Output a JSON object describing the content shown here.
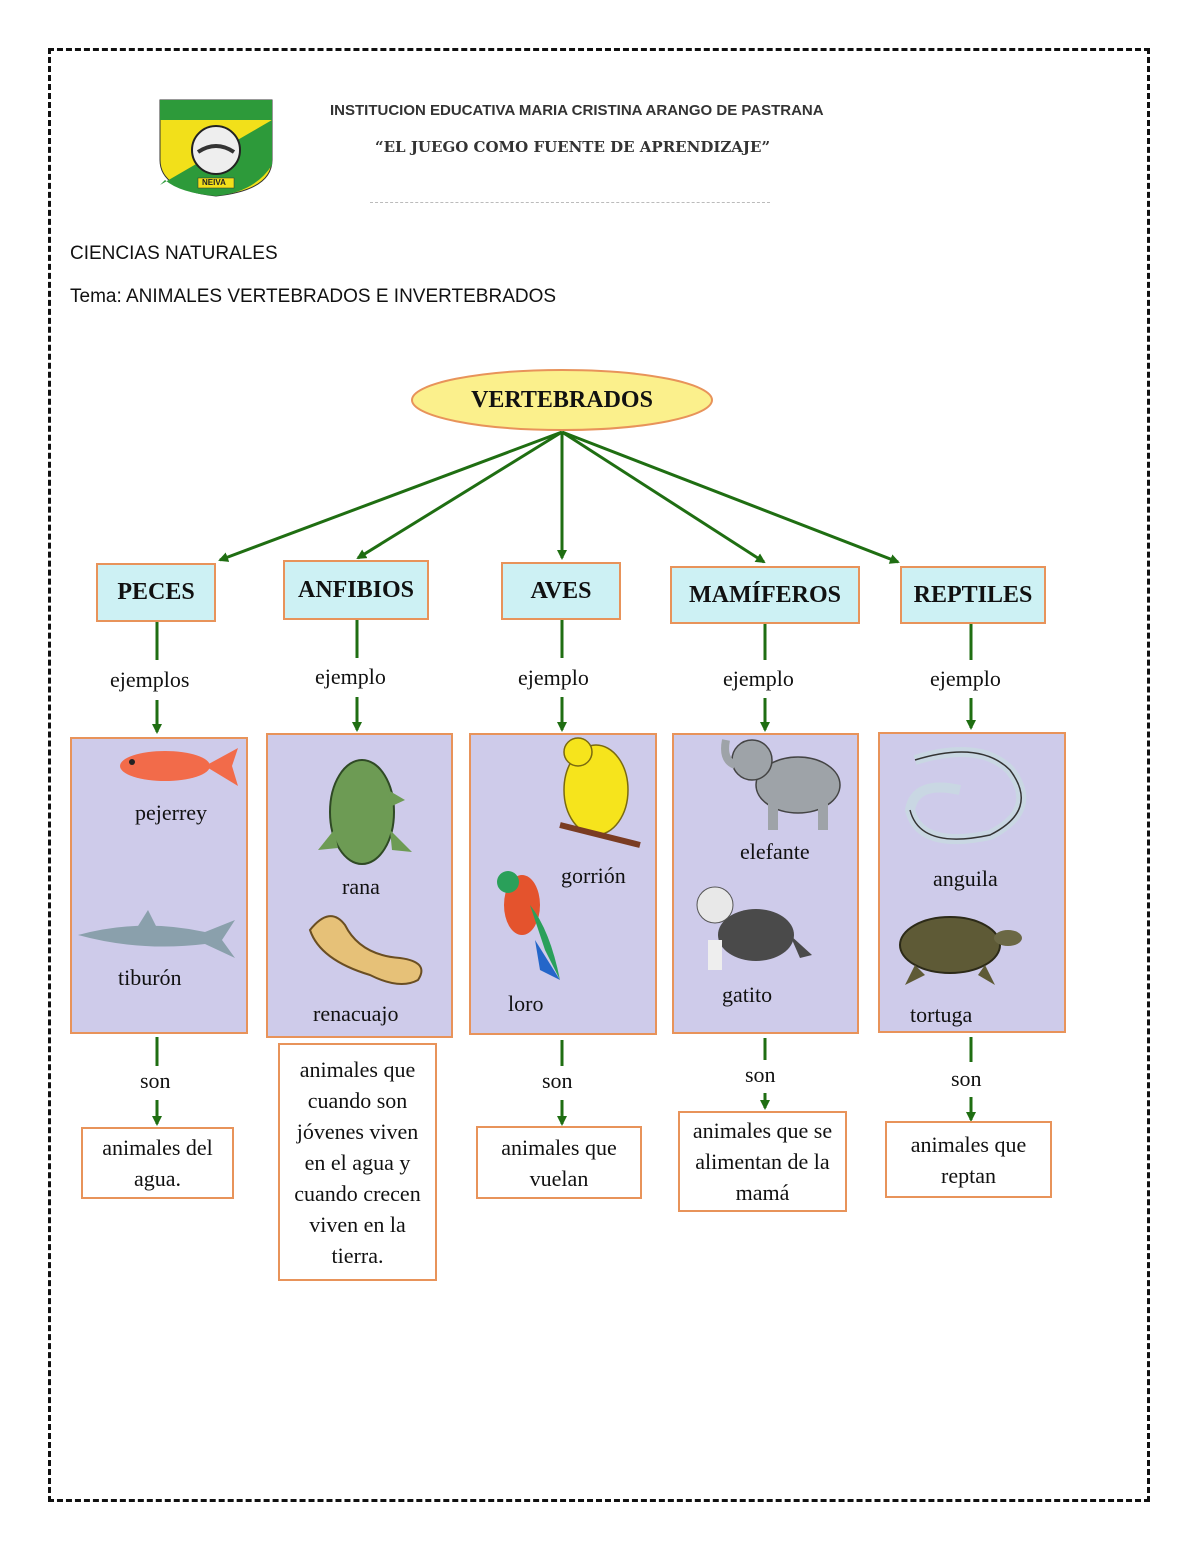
{
  "header": {
    "school_name": "INSTITUCION EDUCATIVA MARIA CRISTINA ARANGO DE PASTRANA",
    "motto": "“EL JUEGO COMO FUENTE DE APRENDIZAJE”",
    "logo_text": "NEIVA"
  },
  "subject": "CIENCIAS NATURALES",
  "topic": "Tema: ANIMALES VERTEBRADOS E INVERTEBRADOS",
  "map": {
    "root": "VERTEBRADOS",
    "categories": [
      {
        "name": "PECES",
        "link": "ejemplos",
        "examples": [
          "pejerrey",
          "tiburón"
        ],
        "link2": "son",
        "definition": "animales del agua."
      },
      {
        "name": "ANFIBIOS",
        "link": "ejemplo",
        "examples": [
          "rana",
          "renacuajo"
        ],
        "link2": "",
        "definition": "animales que cuando son jóvenes viven en el agua y cuando crecen viven en la tierra."
      },
      {
        "name": "AVES",
        "link": "ejemplo",
        "examples": [
          "gorrión",
          "loro"
        ],
        "link2": "son",
        "definition": "animales que vuelan"
      },
      {
        "name": "MAMÍFEROS",
        "link": "ejemplo",
        "examples": [
          "elefante",
          "gatito"
        ],
        "link2": "son",
        "definition": "animales que se alimentan de la mamá"
      },
      {
        "name": "REPTILES",
        "link": "ejemplo",
        "examples": [
          "anguila",
          "tortuga"
        ],
        "link2": "son",
        "definition": "animales que reptan"
      }
    ]
  },
  "colors": {
    "arrow": "#1f6e12",
    "category_fill": "#cdf1f4",
    "example_fill": "#cecbea",
    "border": "#e8935a",
    "root_fill": "#fbf08c"
  }
}
